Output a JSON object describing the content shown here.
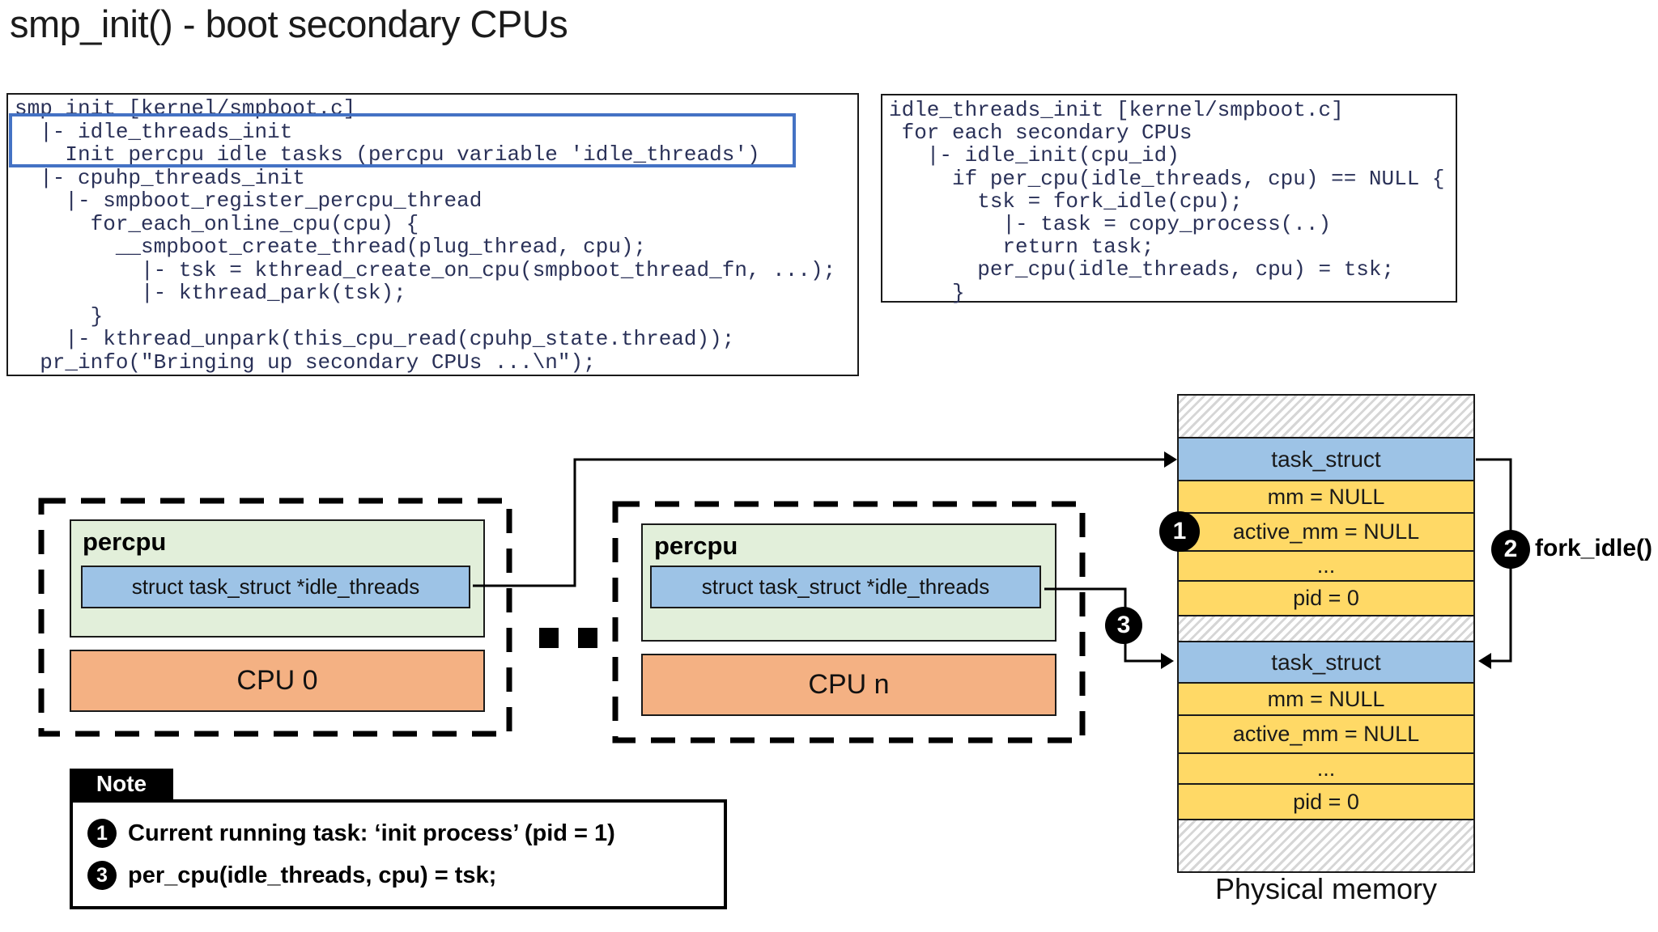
{
  "title": "smp_init() - boot secondary CPUs",
  "code_left": {
    "lines": [
      "smp_init [kernel/smpboot.c]",
      "  |- idle_threads_init",
      "    Init percpu idle tasks (percpu variable 'idle_threads')",
      "  |- cpuhp_threads_init",
      "    |- smpboot_register_percpu_thread",
      "      for_each_online_cpu(cpu) {",
      "        __smpboot_create_thread(plug_thread, cpu);",
      "          |- tsk = kthread_create_on_cpu(smpboot_thread_fn, ...);",
      "          |- kthread_park(tsk);",
      "      }",
      "    |- kthread_unpark(this_cpu_read(cpuhp_state.thread));",
      "  pr_info(\"Bringing up secondary CPUs ...\\n\");"
    ]
  },
  "code_right": {
    "lines": [
      "idle_threads_init [kernel/smpboot.c]",
      " for each secondary CPUs",
      "   |- idle_init(cpu_id)",
      "     if per_cpu(idle_threads, cpu) == NULL {",
      "       tsk = fork_idle(cpu);",
      "         |- task = copy_process(..)",
      "         return task;",
      "       per_cpu(idle_threads, cpu) = tsk;",
      "     }"
    ]
  },
  "cpu0": {
    "percpu_label": "percpu",
    "pointer_label": "struct task_struct *idle_threads",
    "cpu_label": "CPU 0"
  },
  "cpun": {
    "percpu_label": "percpu",
    "pointer_label": "struct task_struct *idle_threads",
    "cpu_label": "CPU n"
  },
  "memory": {
    "caption": "Physical memory",
    "rows": [
      {
        "kind": "hatch",
        "h": 53,
        "text": ""
      },
      {
        "kind": "header",
        "h": 53,
        "text": "task_struct"
      },
      {
        "kind": "field",
        "h": 40,
        "text": "mm = NULL"
      },
      {
        "kind": "field",
        "h": 47,
        "text": "active_mm = NULL"
      },
      {
        "kind": "field",
        "h": 37,
        "text": "..."
      },
      {
        "kind": "field",
        "h": 43,
        "text": "pid = 0"
      },
      {
        "kind": "hatch",
        "h": 32,
        "text": ""
      },
      {
        "kind": "header",
        "h": 51,
        "text": "task_struct"
      },
      {
        "kind": "field",
        "h": 40,
        "text": "mm = NULL"
      },
      {
        "kind": "field",
        "h": 47,
        "text": "active_mm = NULL"
      },
      {
        "kind": "field",
        "h": 38,
        "text": "..."
      },
      {
        "kind": "field",
        "h": 44,
        "text": "pid = 0"
      },
      {
        "kind": "hatch",
        "h": 63,
        "text": ""
      }
    ]
  },
  "markers": {
    "one": "1",
    "two": "2",
    "three": "3"
  },
  "fork_label": "fork_idle()",
  "note": {
    "label": "Note",
    "items": [
      {
        "num": "1",
        "text": "Current running task: ‘init process’ (pid = 1)"
      },
      {
        "num": "3",
        "text": "per_cpu(idle_threads, cpu) = tsk;"
      }
    ]
  },
  "colors": {
    "green": "#e2efda",
    "blue": "#9dc3e6",
    "orange": "#f4b183",
    "yellow": "#ffd966",
    "highlight": "#4472c4"
  }
}
